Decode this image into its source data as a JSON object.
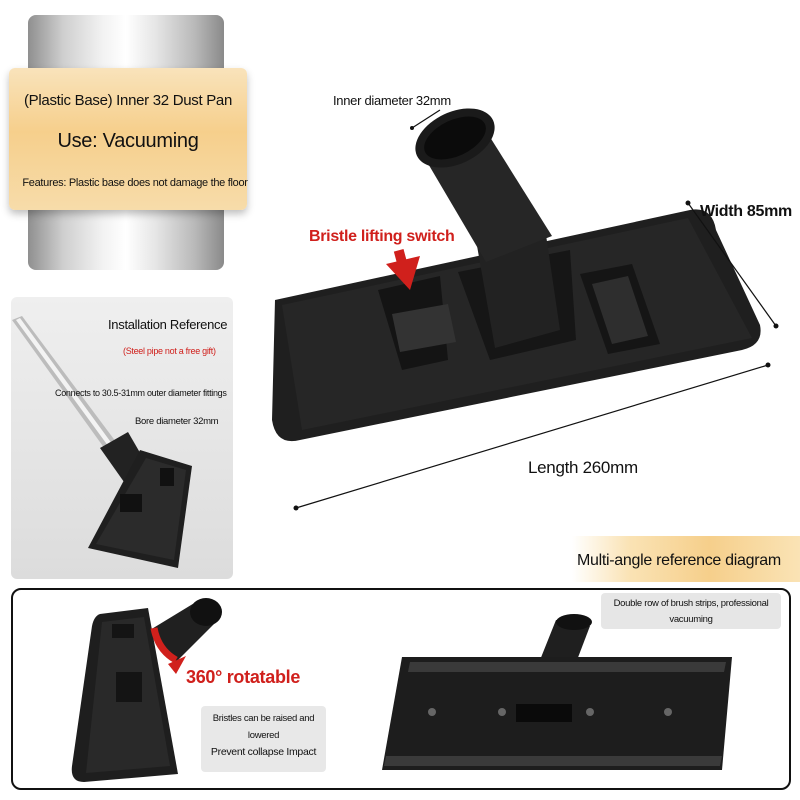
{
  "info_card": {
    "title": "(Plastic Base) Inner 32 Dust Pan",
    "use": "Use: Vacuuming",
    "features": "Features: Plastic base does not damage the floor"
  },
  "labels": {
    "inner_diameter": "Inner diameter 32mm",
    "width": "Width 85mm",
    "bristle_switch": "Bristle lifting switch",
    "length": "Length 260mm",
    "multi_angle": "Multi-angle reference diagram"
  },
  "installation": {
    "title": "Installation Reference",
    "note": "(Steel pipe not a free gift)",
    "connects": "Connects to 30.5-31mm outer diameter fittings",
    "bore": "Bore diameter 32mm"
  },
  "bottom": {
    "rotatable": "360° rotatable",
    "bristles_line1": "Bristles can be raised and",
    "bristles_line2": "lowered",
    "bristles_line3": "Prevent collapse Impact",
    "double_line1": "Double row of brush strips, professional",
    "double_line2": "vacuuming"
  },
  "colors": {
    "accent_red": "#d0201c",
    "card_orange": "#f6cf8c",
    "product_black": "#1e1e1e"
  }
}
